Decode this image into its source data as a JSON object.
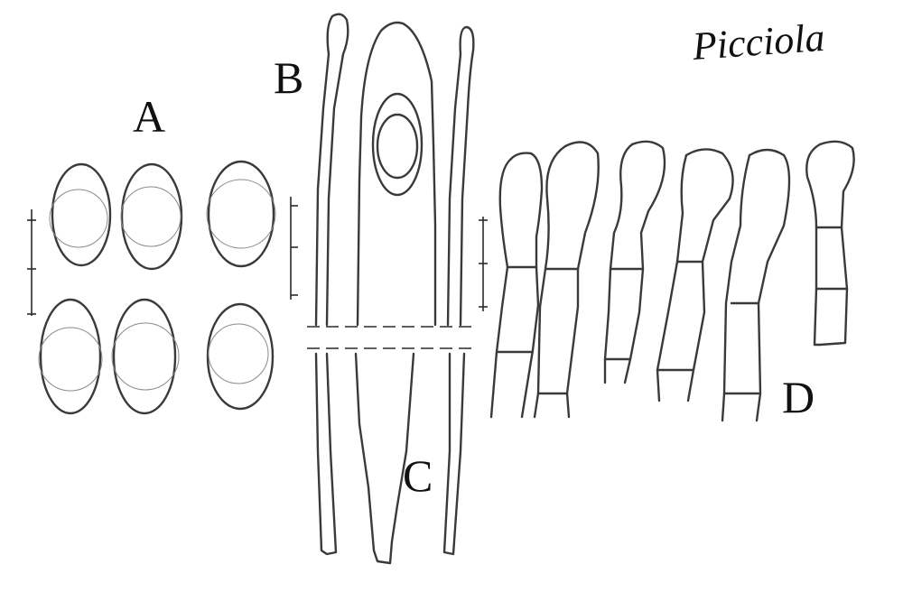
{
  "labels": {
    "a": "A",
    "b": "B",
    "c": "C",
    "d": "D"
  },
  "signature": "Picciola"
}
